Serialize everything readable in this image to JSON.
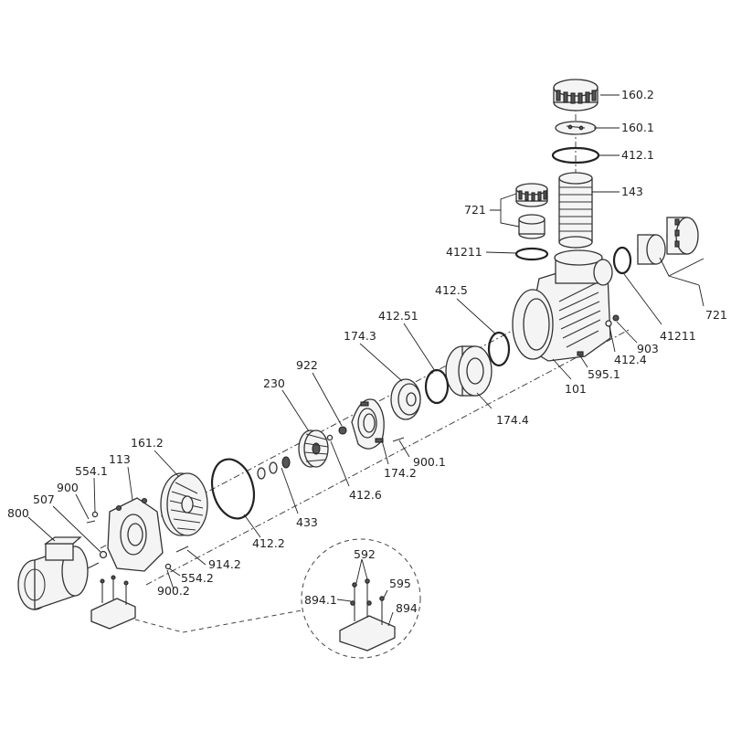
{
  "labels": {
    "l_160_2": "160.2",
    "l_160_1": "160.1",
    "l_412_1": "412.1",
    "l_143": "143",
    "l_721_a": "721",
    "l_721_b": "721",
    "l_41211_a": "41211",
    "l_41211_b": "41211",
    "l_412_5": "412.5",
    "l_412_51": "412.51",
    "l_174_3": "174.3",
    "l_174_4": "174.4",
    "l_903": "903",
    "l_412_4": "412.4",
    "l_595_1": "595.1",
    "l_101": "101",
    "l_922": "922",
    "l_230": "230",
    "l_900_1": "900.1",
    "l_174_2": "174.2",
    "l_412_6": "412.6",
    "l_433": "433",
    "l_161_2": "161.2",
    "l_113": "113",
    "l_554_1": "554.1",
    "l_900_a": "900",
    "l_507": "507",
    "l_800": "800",
    "l_412_2": "412.2",
    "l_914_2": "914.2",
    "l_554_2": "554.2",
    "l_900_2": "900.2",
    "l_592": "592",
    "l_595": "595",
    "l_894_1": "894.1",
    "l_894": "894"
  },
  "colors": {
    "line": "#222222",
    "fill": "#f4f4f4",
    "background": "#ffffff"
  }
}
